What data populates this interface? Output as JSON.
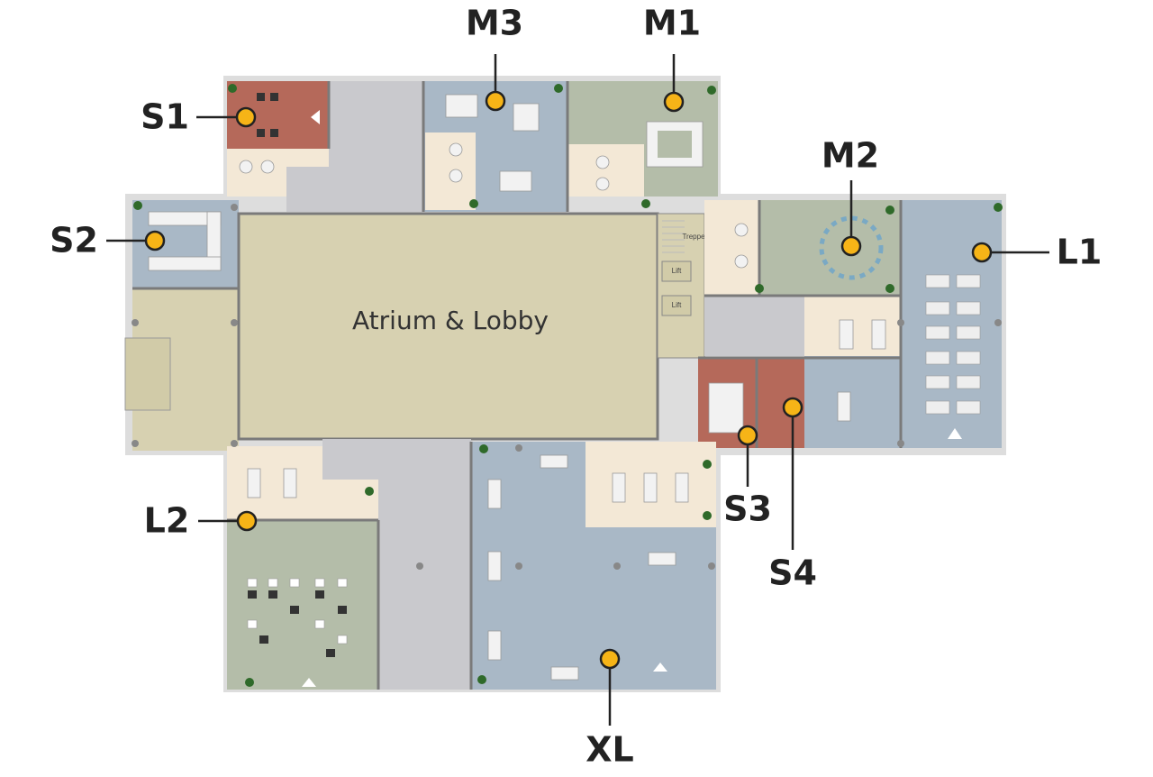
{
  "title": "Floor plan",
  "atrium_label": "Atrium & Lobby",
  "small_labels": {
    "stairs": "Treppe",
    "lift_1": "Lift",
    "lift_2": "Lift"
  },
  "rooms": [
    {
      "id": "S1",
      "label": "S1"
    },
    {
      "id": "S2",
      "label": "S2"
    },
    {
      "id": "M3",
      "label": "M3"
    },
    {
      "id": "M1",
      "label": "M1"
    },
    {
      "id": "M2",
      "label": "M2"
    },
    {
      "id": "L1",
      "label": "L1"
    },
    {
      "id": "L2",
      "label": "L2"
    },
    {
      "id": "S3",
      "label": "S3"
    },
    {
      "id": "S4",
      "label": "S4"
    },
    {
      "id": "XL",
      "label": "XL"
    }
  ],
  "colors": {
    "marker": "#f6b417",
    "small_room": "#b5695a",
    "medium_room": "#b4bda9",
    "blue_room": "#a9b8c6",
    "atrium": "#d7d1b1",
    "wood": "#f3e8d6",
    "corridor": "#c9c9cd"
  }
}
